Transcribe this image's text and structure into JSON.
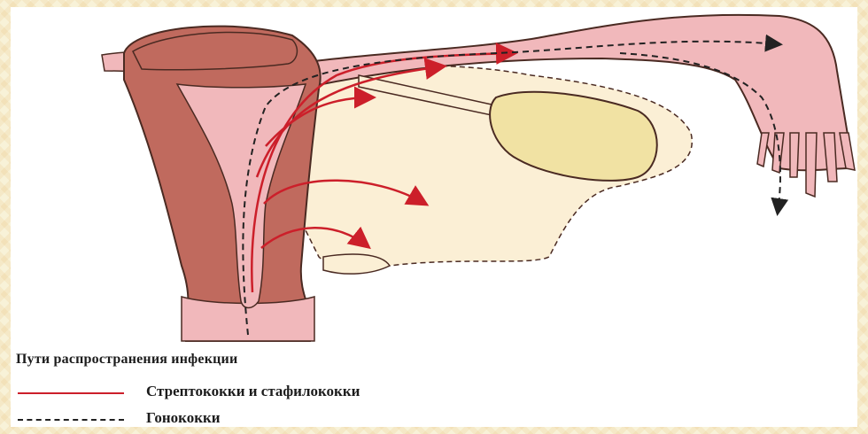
{
  "legend": {
    "title": "Пути распространения инфекции",
    "items": [
      {
        "label": "Стрептококки и стафилококки",
        "style": "solid",
        "color": "#cc1f2a"
      },
      {
        "label": "Гонококки",
        "style": "dashed",
        "color": "#222222"
      }
    ]
  },
  "colors": {
    "uterus_wall": "#c06a5e",
    "uterus_cavity": "#f1b8bb",
    "ovary": "#f1e2a3",
    "broad_ligament": "#fbefd5",
    "outline": "#4a2a22",
    "red_arrow": "#cc1f2a",
    "dashed_arrow": "#222222"
  }
}
